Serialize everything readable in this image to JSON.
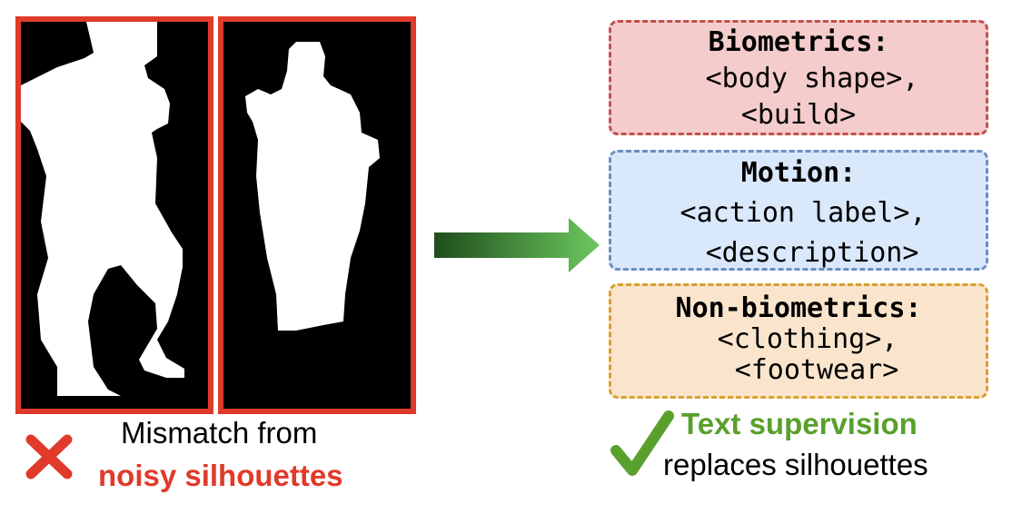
{
  "left_panel": {
    "caption_line1": "Mismatch from",
    "caption_line2": "noisy silhouettes",
    "icon": "cross-icon",
    "color": "#e03a2a"
  },
  "boxes": [
    {
      "title": "Biometrics:",
      "line1": "<body shape>,",
      "line2": "<build>"
    },
    {
      "title": "Motion:",
      "line1": "<action label>,",
      "line2": "<description>"
    },
    {
      "title": "Non-biometrics:",
      "line1": "<clothing>,",
      "line2": "<footwear>"
    }
  ],
  "right_panel": {
    "caption_line1": "Text supervision",
    "caption_line2": "replaces silhouettes",
    "icon": "checkmark-icon",
    "color": "#5aa02c"
  }
}
